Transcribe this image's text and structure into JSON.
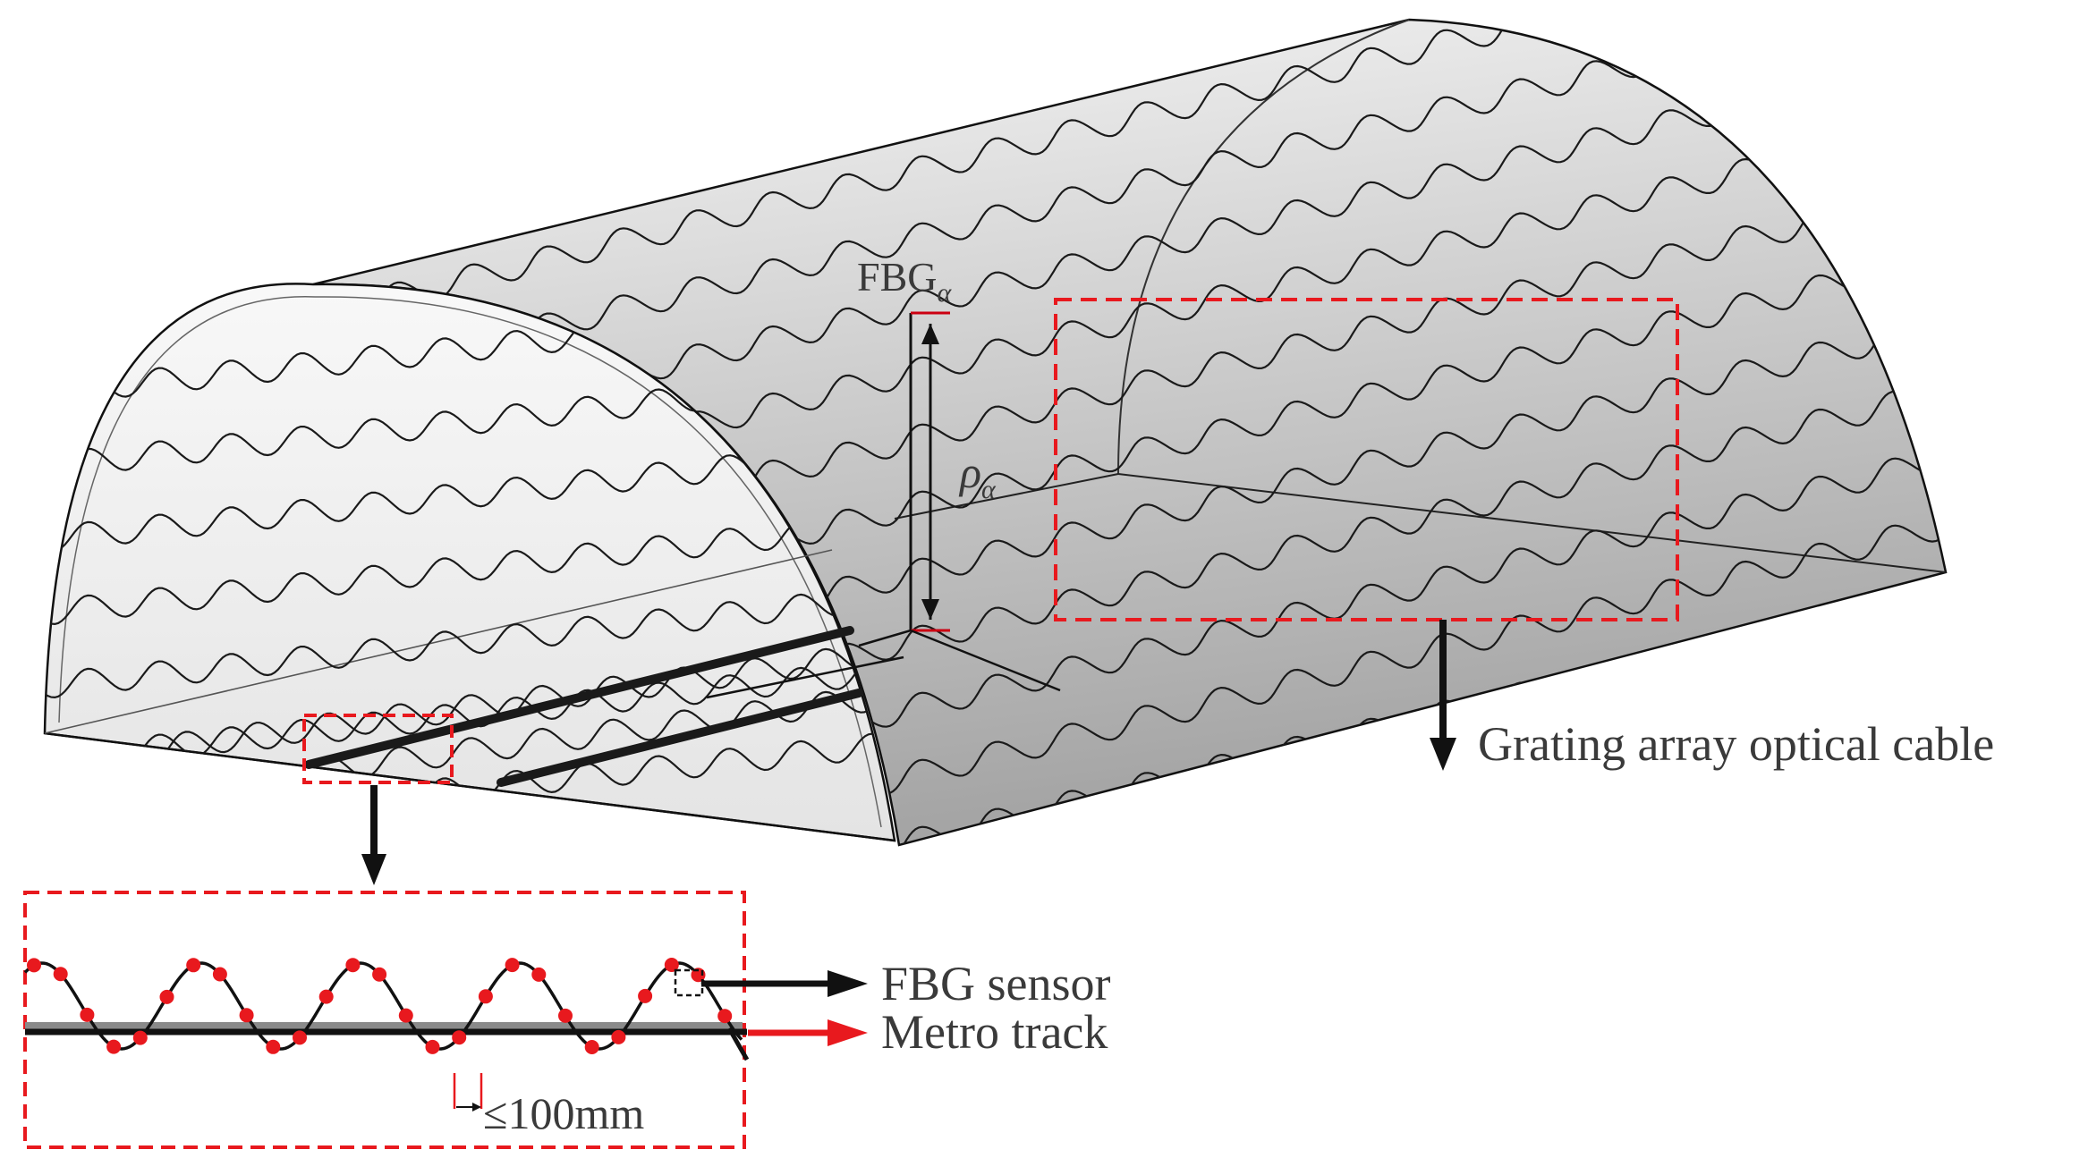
{
  "labels": {
    "fbg_alpha_main": "FBG",
    "fbg_alpha_sub": "α",
    "rho_main": "ρ",
    "rho_sub": "α",
    "grating_cable": "Grating array optical cable",
    "fbg_sensor": "FBG sensor",
    "metro_track": "Metro track",
    "spacing": "≤100mm"
  },
  "colors": {
    "highlight": "#e8191e",
    "outline": "#111111",
    "text": "#3a3a3a",
    "shell_light": "#f4f4f4",
    "shell_dark": "#a9a9a9",
    "end_face": "#f0f0f0",
    "sensor_dot": "#e8191e"
  },
  "icons": {
    "arrow_to_cable": "arrow-down-icon",
    "arrow_to_detail": "arrow-down-icon",
    "arrow_to_sensor": "arrow-right-icon",
    "arrow_to_track": "arrow-right-icon"
  }
}
